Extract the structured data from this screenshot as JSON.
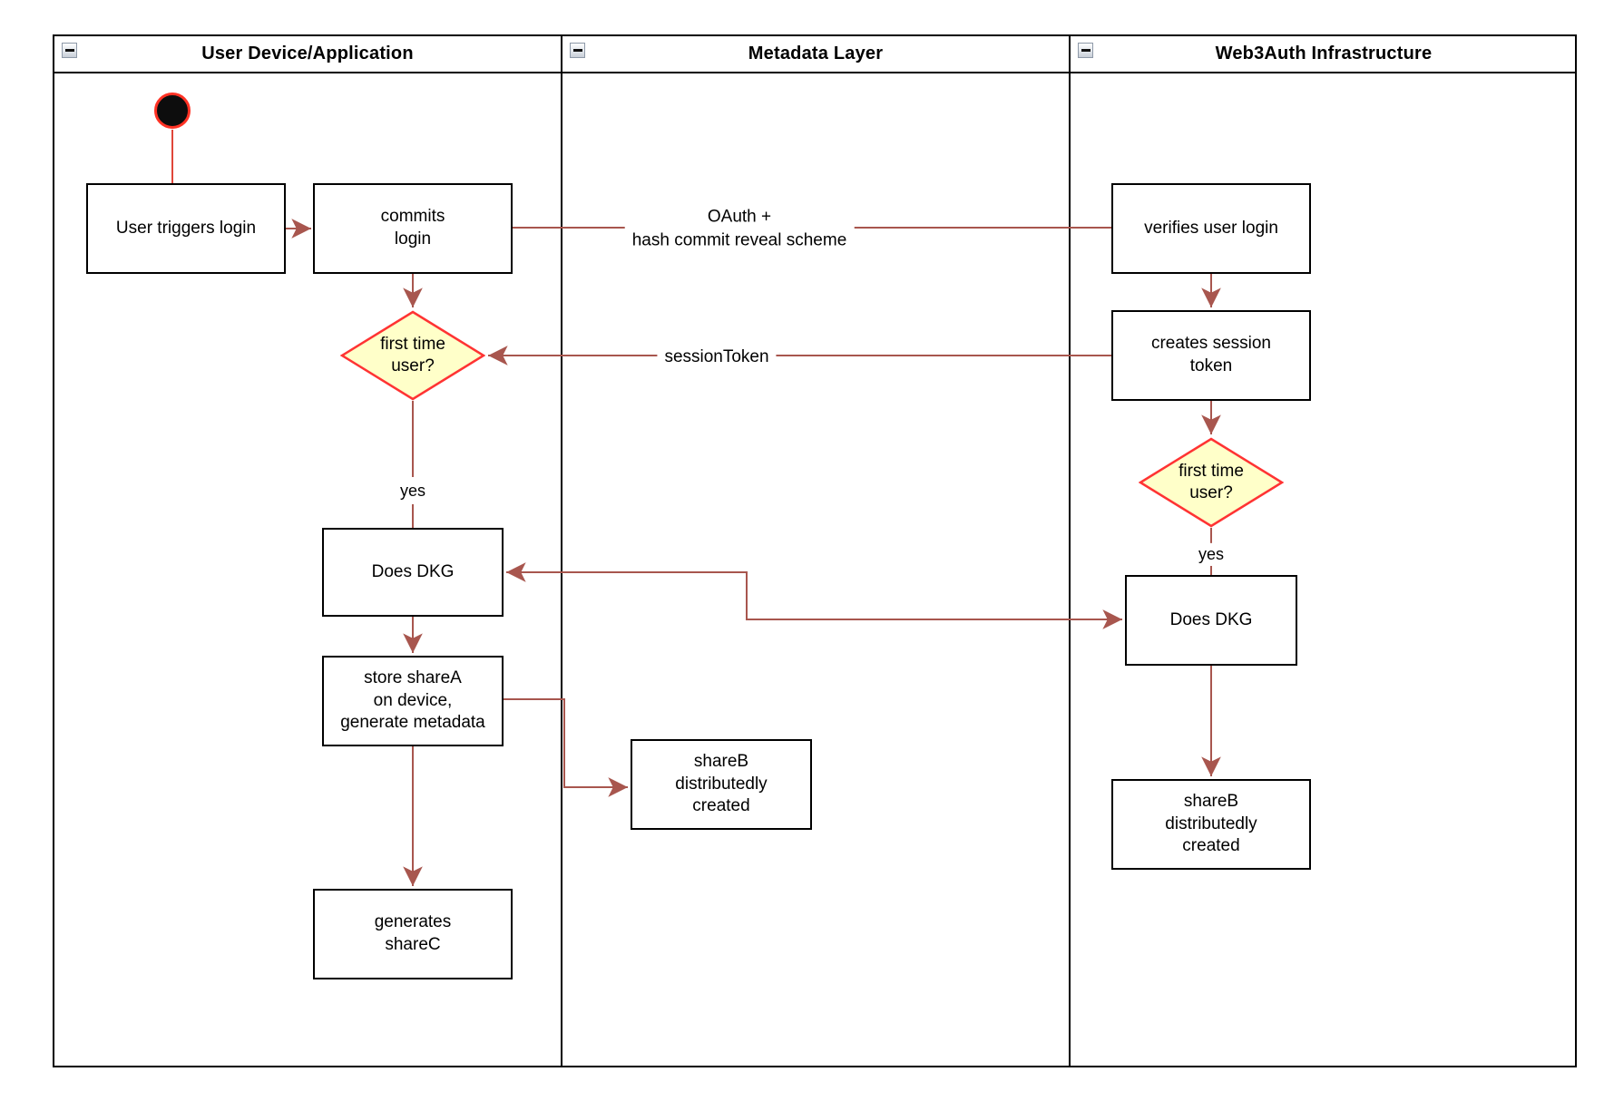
{
  "diagram": {
    "lanes": [
      {
        "title": "User Device/Application"
      },
      {
        "title": "Metadata Layer"
      },
      {
        "title": "Web3Auth Infrastructure"
      }
    ],
    "nodes": {
      "user_triggers_login": "User triggers login",
      "commits_login": "commits\nlogin",
      "first_time_user_device": "first time\nuser?",
      "does_dkg_device": "Does DKG",
      "store_share_a": "store shareA\non device,\ngenerate metadata",
      "generates_share_c": "generates\nshareC",
      "share_b_metadata": "shareB\ndistributedly\ncreated",
      "verifies_user_login": "verifies user login",
      "creates_session_token": "creates session\ntoken",
      "first_time_user_infra": "first time\nuser?",
      "does_dkg_infra": "Does DKG",
      "share_b_infra": "shareB\ndistributedly\ncreated"
    },
    "edge_labels": {
      "oauth": "OAuth +\nhash commit reveal scheme",
      "session_token": "sessionToken",
      "yes_device": "yes",
      "yes_infra": "yes"
    },
    "colors": {
      "connector": "#A8564E",
      "start_stem": "#E0463A",
      "start_fill": "#0D0D0D",
      "start_border": "#FF3224",
      "decision_fill": "#FFFFC9",
      "decision_border": "#FF3333",
      "lane_border": "#000000"
    }
  }
}
